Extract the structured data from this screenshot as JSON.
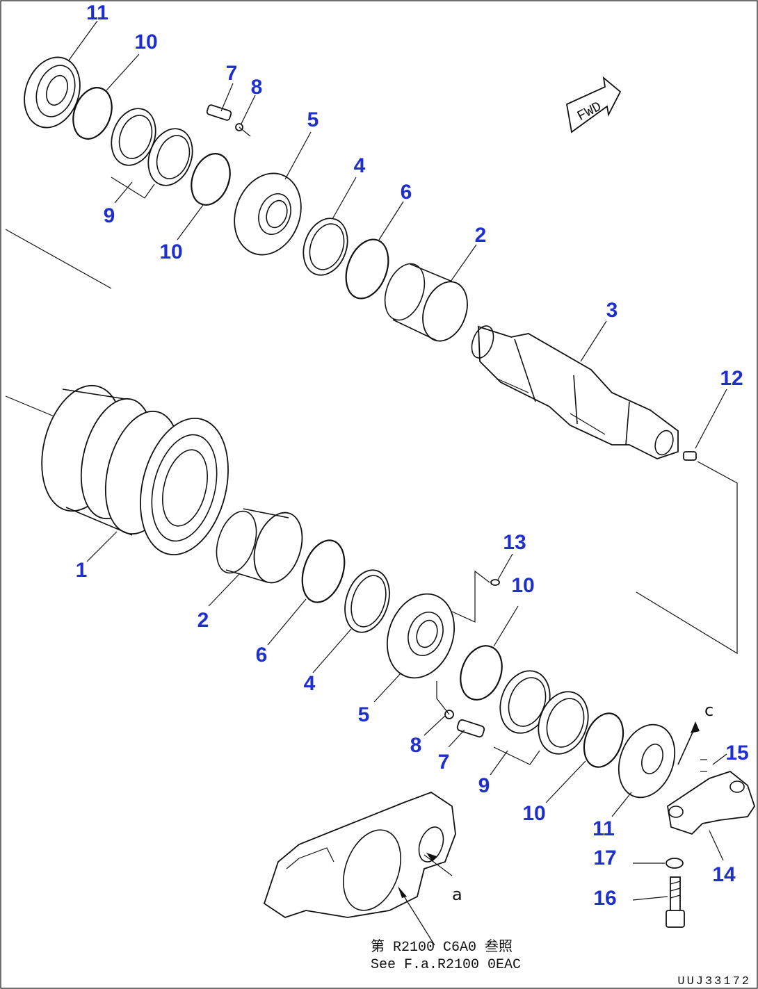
{
  "direction_label": "FWD",
  "reference_mark": "a",
  "callouts": {
    "c11_top": "11",
    "c10_top": "10",
    "c7_top": "7",
    "c8_top": "8",
    "c5_top": "5",
    "c9_top": "9",
    "c10_mid_top": "10",
    "c4_top": "4",
    "c6_top": "6",
    "c2_top": "2",
    "c3": "3",
    "c12": "12",
    "c1": "1",
    "c2_bot": "2",
    "c6_bot": "6",
    "c4_bot": "4",
    "c5_bot": "5",
    "c13": "13",
    "c10_bot_a": "10",
    "c8_bot": "8",
    "c7_bot": "7",
    "c9_bot": "9",
    "c10_bot_b": "10",
    "c11_bot": "11",
    "c15": "15",
    "c14": "14",
    "c17": "17",
    "c16": "16"
  },
  "reference_note": {
    "line1": "第 R2100 C6A0 叁照",
    "line2": "See F.a.R2100 0EAC"
  },
  "drawing_code": "UUJ33172",
  "colors": {
    "callout": "#1f2fcf",
    "line": "#111111",
    "background": "#ffffff"
  }
}
